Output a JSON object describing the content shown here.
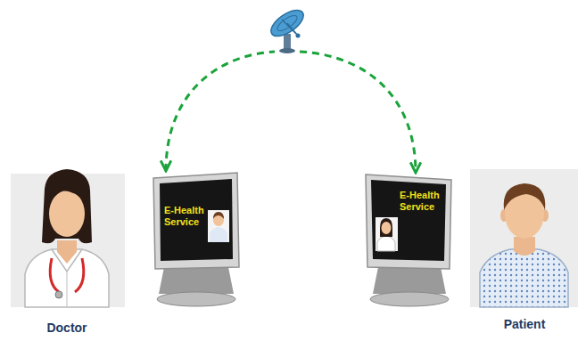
{
  "diagram": {
    "nodes": [
      {
        "text": [
          "E-Health Service"
        ]
      },
      {
        "text": [
          "E-Health Service"
        ]
      }
    ],
    "edges": [
      {
        "from": 0,
        "to": 1,
        "arrow": "both"
      }
    ],
    "labels": [
      "Doctor",
      "Patient"
    ]
  }
}
